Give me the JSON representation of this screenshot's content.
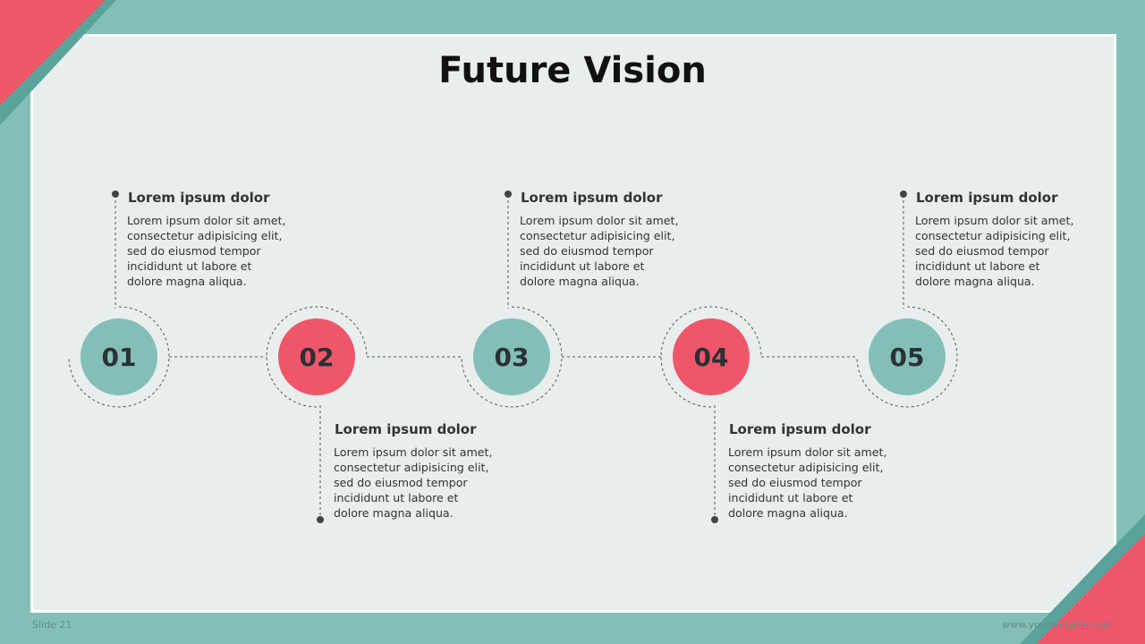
{
  "slide": {
    "title": "Future Vision",
    "slide_number": "Slide 21",
    "website": "www.yourwebsite.com"
  },
  "colors": {
    "background": "#84bfb7",
    "panel": "#e8eeed",
    "accent_teal": "#84bfb7",
    "accent_coral": "#f0566a",
    "dark_teal": "#5aa39a",
    "text": "#333333"
  },
  "steps": [
    {
      "number": "01",
      "heading": "Lorem ipsum dolor",
      "text": "Lorem ipsum dolor sit amet,\nconsectetur adipisicing elit,\nsed do eiusmod tempor\nincididunt ut labore et\ndolore magna aliqua.",
      "color": "teal",
      "text_position": "above"
    },
    {
      "number": "02",
      "heading": "Lorem ipsum dolor",
      "text": "Lorem ipsum dolor sit amet,\nconsectetur adipisicing elit,\nsed do eiusmod tempor\nincididunt ut labore et\ndolore magna aliqua.",
      "color": "coral",
      "text_position": "below"
    },
    {
      "number": "03",
      "heading": "Lorem ipsum dolor",
      "text": "Lorem ipsum dolor sit amet,\nconsectetur adipisicing elit,\nsed do eiusmod tempor\nincididunt ut labore et\ndolore magna aliqua.",
      "color": "teal",
      "text_position": "above"
    },
    {
      "number": "04",
      "heading": "Lorem ipsum dolor",
      "text": "Lorem ipsum dolor sit amet,\nconsectetur adipisicing elit,\nsed do eiusmod tempor\nincididunt ut labore et\ndolore magna aliqua.",
      "color": "coral",
      "text_position": "below"
    },
    {
      "number": "05",
      "heading": "Lorem ipsum dolor",
      "text": "Lorem ipsum dolor sit amet,\nconsectetur adipisicing elit,\nsed do eiusmod tempor\nincididunt ut labore et\ndolore magna aliqua.",
      "color": "teal",
      "text_position": "above"
    }
  ]
}
